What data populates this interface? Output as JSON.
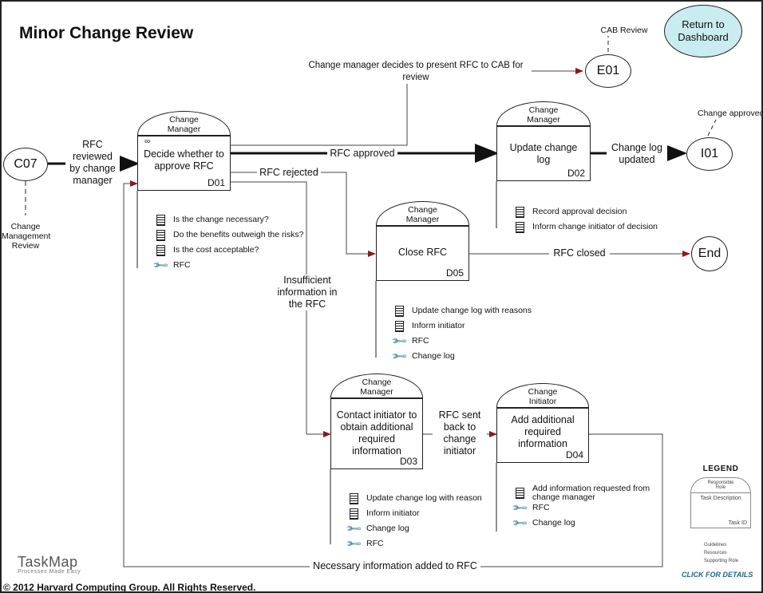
{
  "title": "Minor Change Review",
  "return_button": "Return to\nDashboard",
  "nodes": {
    "c07": "C07",
    "e01": "E01",
    "i01": "I01",
    "end": "End"
  },
  "node_notes": {
    "c07": "Change\nManagement\nReview",
    "e01": "CAB Review",
    "i01": "Change approved"
  },
  "edge_labels": {
    "rfc_reviewed": "RFC\nreviewed\nby change\nmanager",
    "present_cab": "Change manager decides to present RFC to CAB for\nreview",
    "rfc_approved": "RFC approved",
    "rfc_rejected": "RFC rejected",
    "change_log_updated": "Change log\nupdated",
    "rfc_closed": "RFC closed",
    "insufficient": "Insufficient\ninformation in\nthe RFC",
    "rfc_sent_back": "RFC sent\nback to\nchange\ninitiator",
    "necessary_info": "Necessary information added to RFC"
  },
  "tasks": {
    "d01": {
      "role": "Change\nManager",
      "desc": "Decide whether to\napprove RFC",
      "id": "D01",
      "items": [
        {
          "type": "doc",
          "text": "Is the change necessary?"
        },
        {
          "type": "doc",
          "text": "Do the benefits outweigh the risks?"
        },
        {
          "type": "doc",
          "text": "Is the cost acceptable?"
        },
        {
          "type": "wrench",
          "text": "RFC"
        }
      ]
    },
    "d02": {
      "role": "Change\nManager",
      "desc": "Update change\nlog",
      "id": "D02",
      "items": [
        {
          "type": "doc",
          "text": "Record approval decision"
        },
        {
          "type": "doc",
          "text": "Inform change initiator of decision"
        }
      ]
    },
    "d05": {
      "role": "Change\nManager",
      "desc": "Close RFC",
      "id": "D05",
      "items": [
        {
          "type": "doc",
          "text": "Update change log with reasons"
        },
        {
          "type": "doc",
          "text": "Inform initiator"
        },
        {
          "type": "wrench",
          "text": "RFC"
        },
        {
          "type": "wrench",
          "text": "Change log"
        }
      ]
    },
    "d03": {
      "role": "Change\nManager",
      "desc": "Contact initiator to\nobtain additional\nrequired\ninformation",
      "id": "D03",
      "items": [
        {
          "type": "doc",
          "text": "Update change log with reason"
        },
        {
          "type": "doc",
          "text": "Inform initiator"
        },
        {
          "type": "wrench",
          "text": "Change log"
        },
        {
          "type": "wrench",
          "text": "RFC"
        }
      ]
    },
    "d04": {
      "role": "Change\nInitiator",
      "desc": "Add additional\nrequired\ninformation",
      "id": "D04",
      "items": [
        {
          "type": "doc",
          "text": "Add information requested from\nchange manager"
        },
        {
          "type": "wrench",
          "text": "RFC"
        },
        {
          "type": "wrench",
          "text": "Change log"
        }
      ]
    }
  },
  "legend": {
    "title": "LEGEND",
    "responsible_role": "Responsible\nRole",
    "task_description": "Task Description",
    "task_id": "Task ID",
    "guidelines": "Guidelines",
    "resources": "Resources",
    "supporting_role": "Supporting Role",
    "click": "CLICK FOR DETAILS"
  },
  "logo": "TaskMap",
  "logo_tagline": "Processes Made Easy",
  "copyright": "© 2012 Harvard Computing Group. All Rights Reserved."
}
